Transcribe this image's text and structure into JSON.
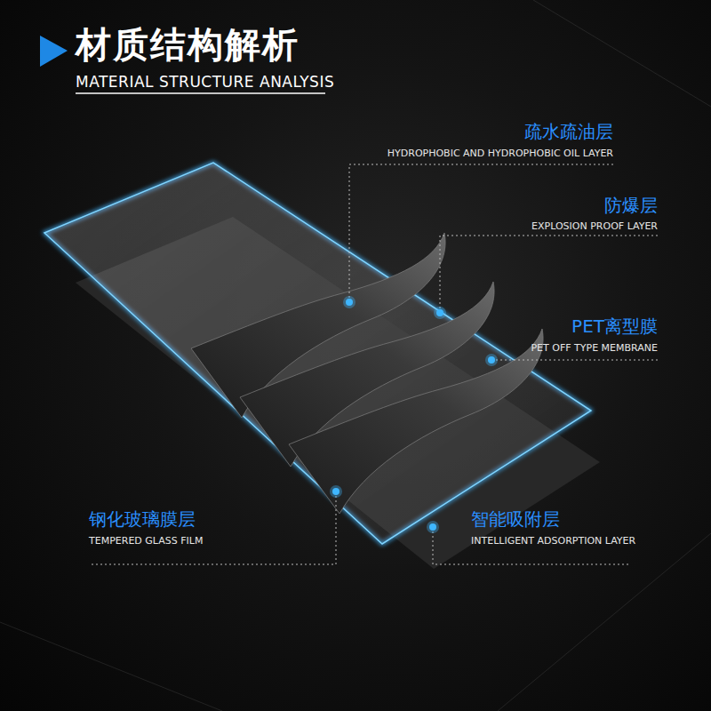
{
  "diagram": {
    "title": "材质结构解析",
    "labels": [
      "MATERIAL STRUCTURE ANALYSIS",
      "疏水疏油层",
      "HYDROPHOBIC AND HYDROPHOBIC OIL LAYER",
      "防爆层",
      "EXPLOSION PROOF LAYER",
      "PET离型膜",
      "PET OFF TYPE MEMBRANE",
      "钢化玻璃膜层",
      "TEMPERED GLASS FILM",
      "智能吸附层",
      "INTELLIGENT ADSORPTION LAYER"
    ]
  }
}
